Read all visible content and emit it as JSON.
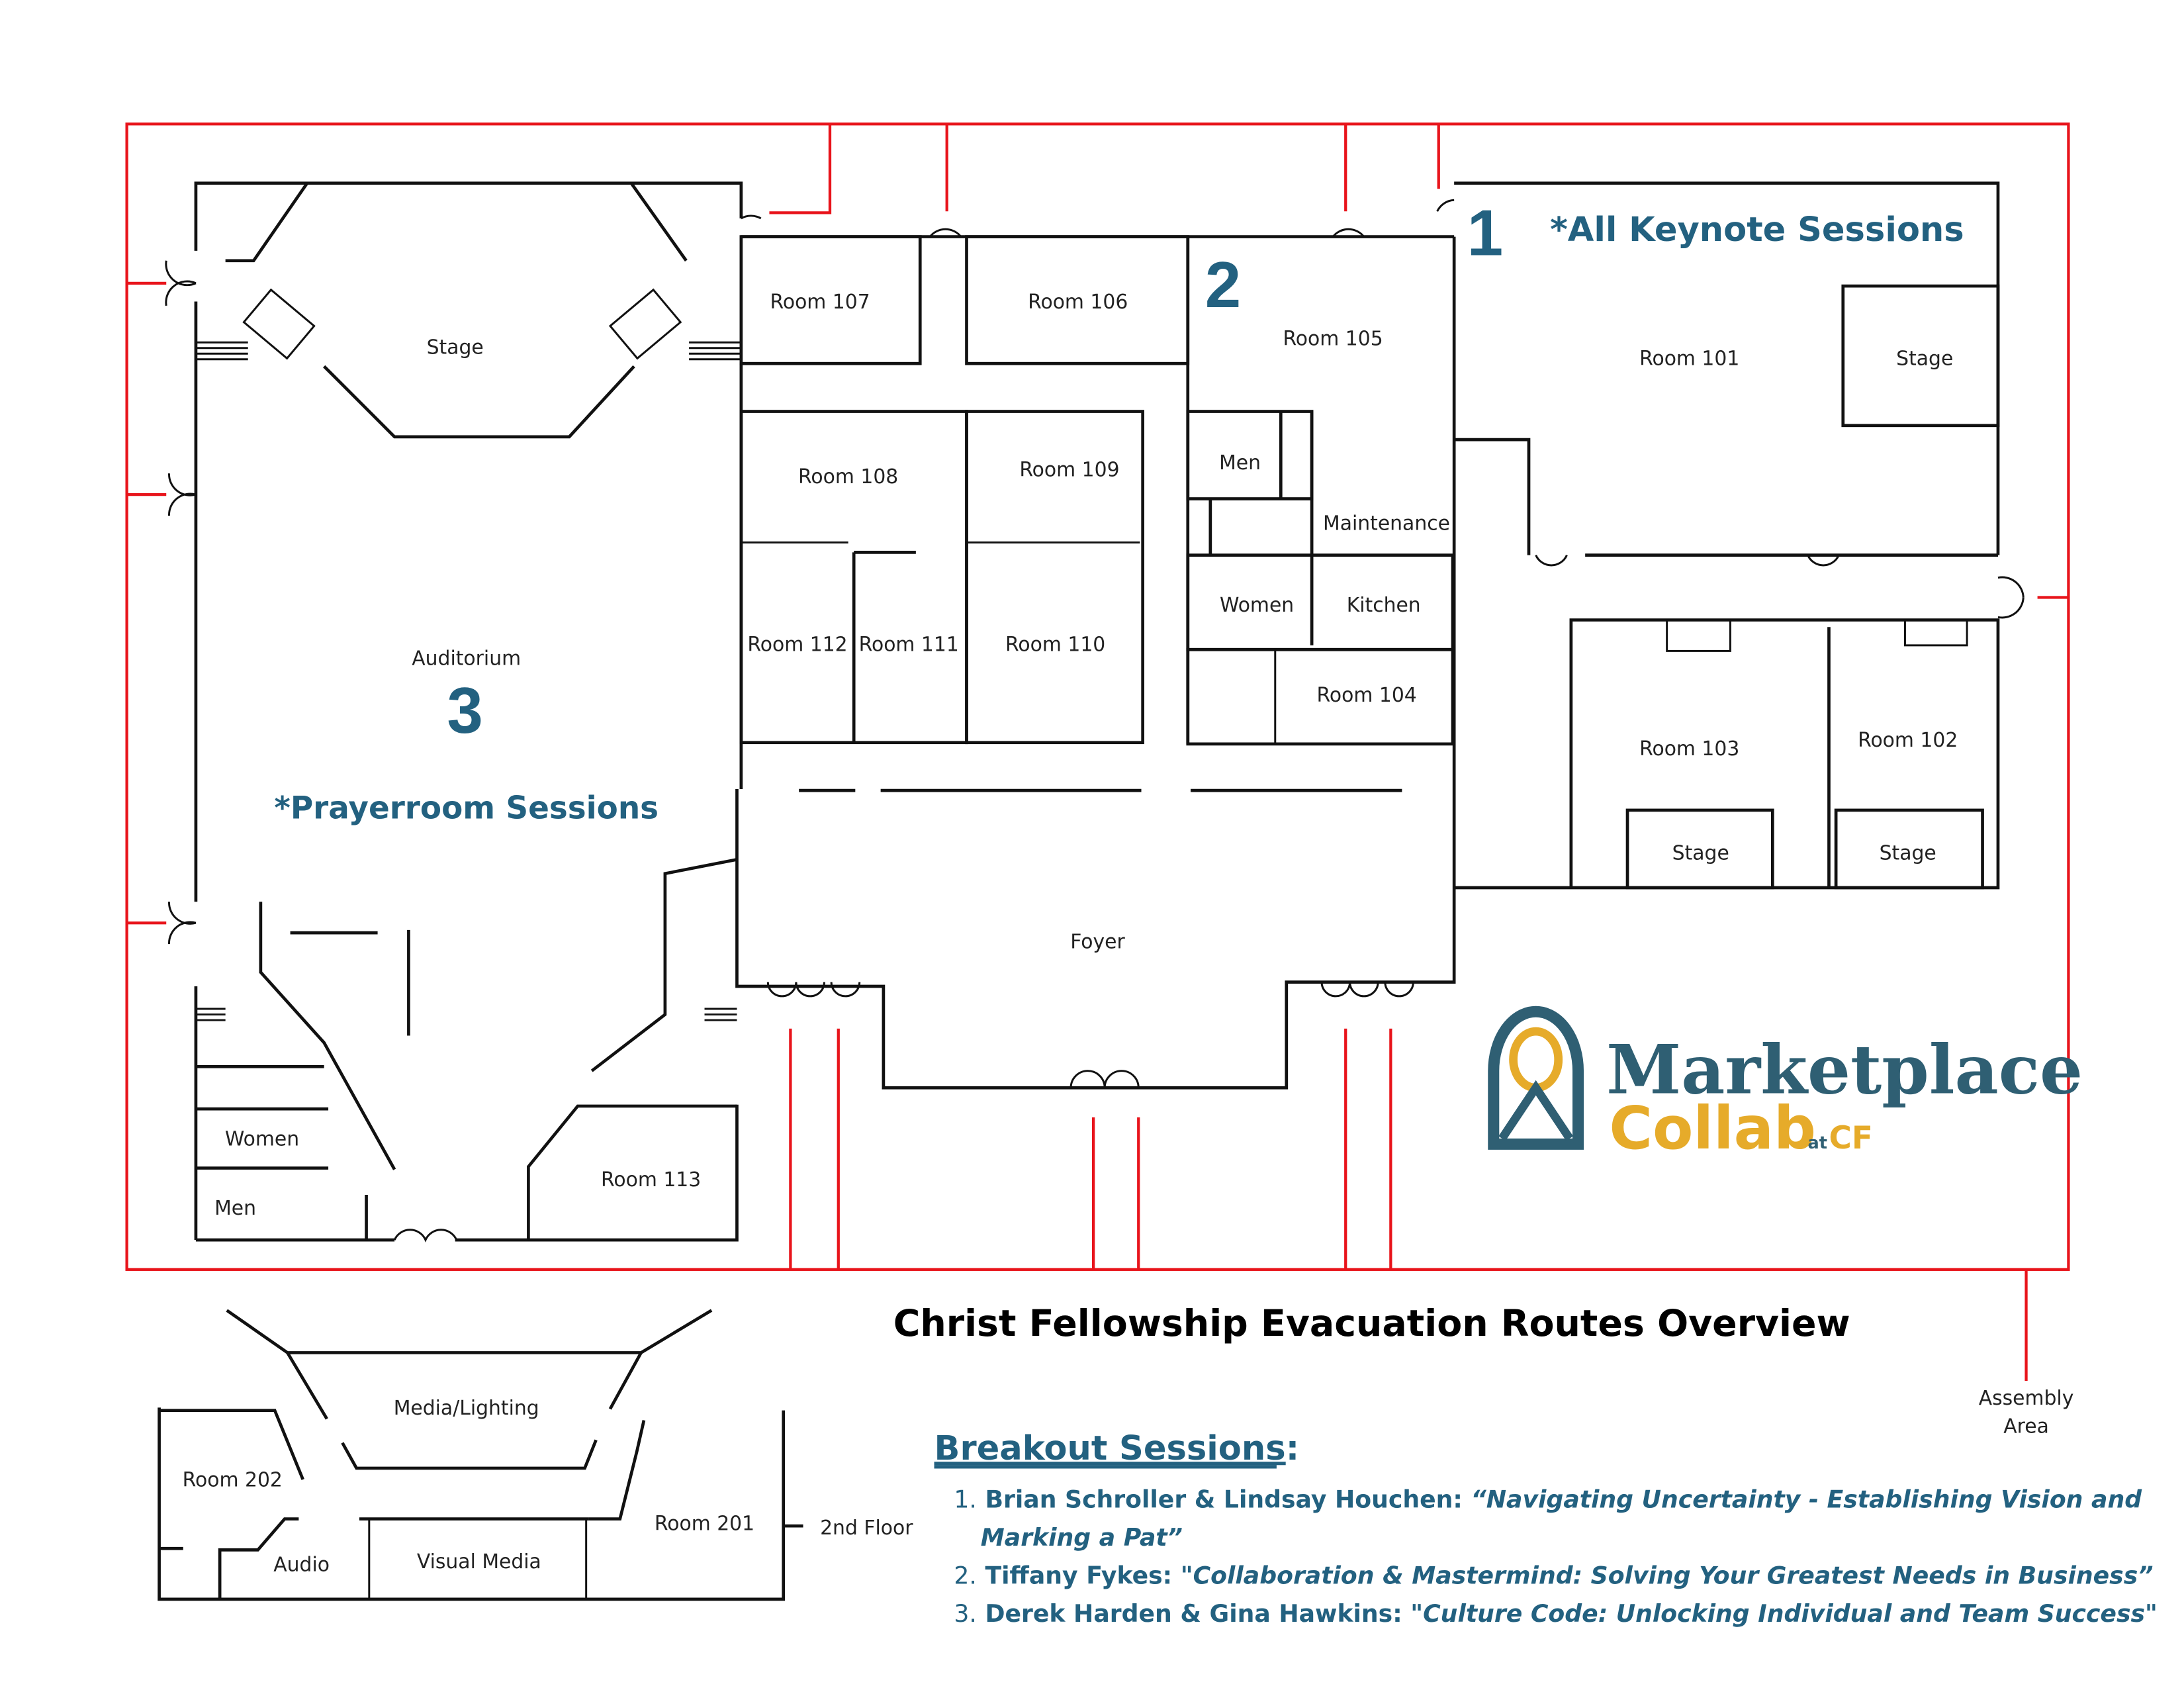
{
  "title": "Christ Fellowship Evacuation Routes Overview",
  "colors": {
    "route": "#e8141b",
    "accent_blue": "#236180",
    "logo_blue": "#2f5f73",
    "logo_gold": "#e6ab2a",
    "wall": "#111111"
  },
  "areas": {
    "stage_left": "Stage",
    "auditorium": "Auditorium",
    "auditorium_number": "3",
    "auditorium_note": "*Prayerroom Sessions",
    "room107": "Room 107",
    "room106": "Room 106",
    "room105": "Room 105",
    "room105_number": "2",
    "room101": "Room 101",
    "room101_number": "1",
    "room101_note": "*All Keynote Sessions",
    "stage_101": "Stage",
    "room108": "Room 108",
    "room109": "Room 109",
    "room110": "Room 110",
    "room111": "Room 111",
    "room112": "Room 112",
    "men": "Men",
    "maintenance": "Maintenance",
    "women": "Women",
    "kitchen": "Kitchen",
    "room104": "Room 104",
    "room103": "Room 103",
    "room102": "Room 102",
    "stage_103": "Stage",
    "stage_102": "Stage",
    "foyer": "Foyer",
    "women_lower": "Women",
    "men_lower": "Men",
    "room113": "Room 113",
    "assembly_line1": "Assembly",
    "assembly_line2": "Area"
  },
  "second_floor": {
    "label": "2nd Floor",
    "media_lighting": "Media/Lighting",
    "room202": "Room 202",
    "room201": "Room 201",
    "audio": "Audio",
    "visual_media": "Visual Media"
  },
  "logo": {
    "line1": "Marketplace",
    "line2": "Collab",
    "suffix_small": "at",
    "suffix": "CF",
    "icon": "arch-person-icon"
  },
  "breakout": {
    "heading": "Breakout Sessions",
    "colon": ":",
    "items": [
      {
        "num": "1.",
        "speaker": "Brian Schroller & Lindsay Houchen:",
        "talk_line1": "“Navigating Uncertainty - Establishing Vision and",
        "talk_line2": "Marking a Pat”"
      },
      {
        "num": "2.",
        "speaker": "Tiffany Fykes:",
        "talk_line1": "\"Collaboration & Mastermind: Solving Your Greatest Needs in Business”"
      },
      {
        "num": "3.",
        "speaker": "Derek Harden & Gina Hawkins:",
        "talk_line1": "\"Culture Code: Unlocking Individual and Team Success\""
      }
    ]
  }
}
